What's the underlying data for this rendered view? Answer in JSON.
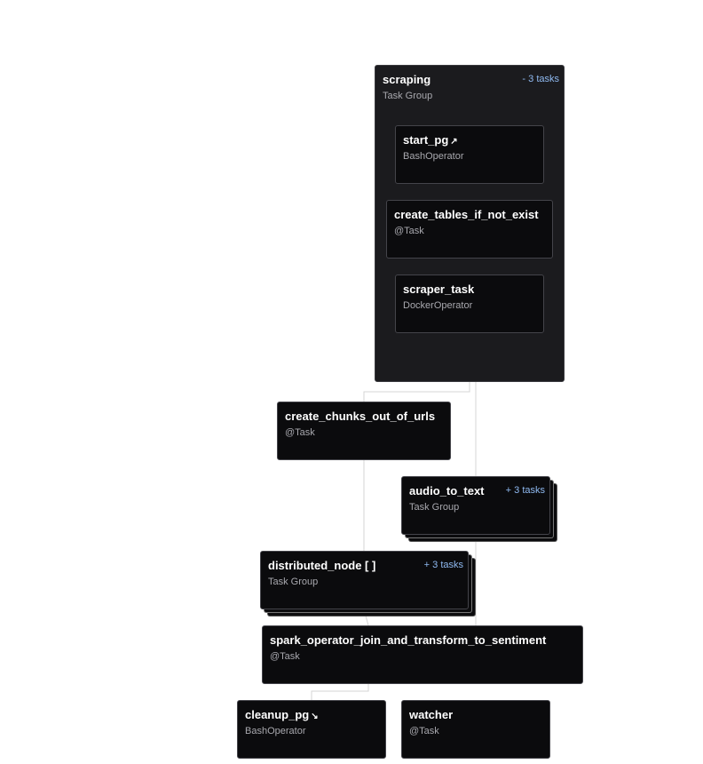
{
  "groups": {
    "scraping": {
      "title": "scraping",
      "subtitle": "Task Group",
      "count": "- 3 tasks"
    }
  },
  "nodes": {
    "start_pg": {
      "title": "start_pg",
      "subtitle": "BashOperator",
      "icon": "arrow-up-right-icon"
    },
    "create_tables": {
      "title": "create_tables_if_not_exist",
      "subtitle": "@Task"
    },
    "scraper_task": {
      "title": "scraper_task",
      "subtitle": "DockerOperator"
    },
    "create_chunks": {
      "title": "create_chunks_out_of_urls",
      "subtitle": "@Task"
    },
    "audio_to_text": {
      "title": "audio_to_text",
      "subtitle": "Task Group",
      "count": "+ 3 tasks"
    },
    "distributed_node": {
      "title": "distributed_node [ ]",
      "subtitle": "Task Group",
      "count": "+ 3 tasks"
    },
    "spark_join": {
      "title": "spark_operator_join_and_transform_to_sentiment",
      "subtitle": "@Task"
    },
    "cleanup_pg": {
      "title": "cleanup_pg",
      "subtitle": "BashOperator",
      "icon": "arrow-down-right-icon"
    },
    "watcher": {
      "title": "watcher",
      "subtitle": "@Task"
    }
  },
  "colors": {
    "group_bg": "#1b1b1e",
    "node_bg": "#0b0b0d",
    "edge": "#d4d4d4",
    "count_link": "#8fb9f0"
  }
}
